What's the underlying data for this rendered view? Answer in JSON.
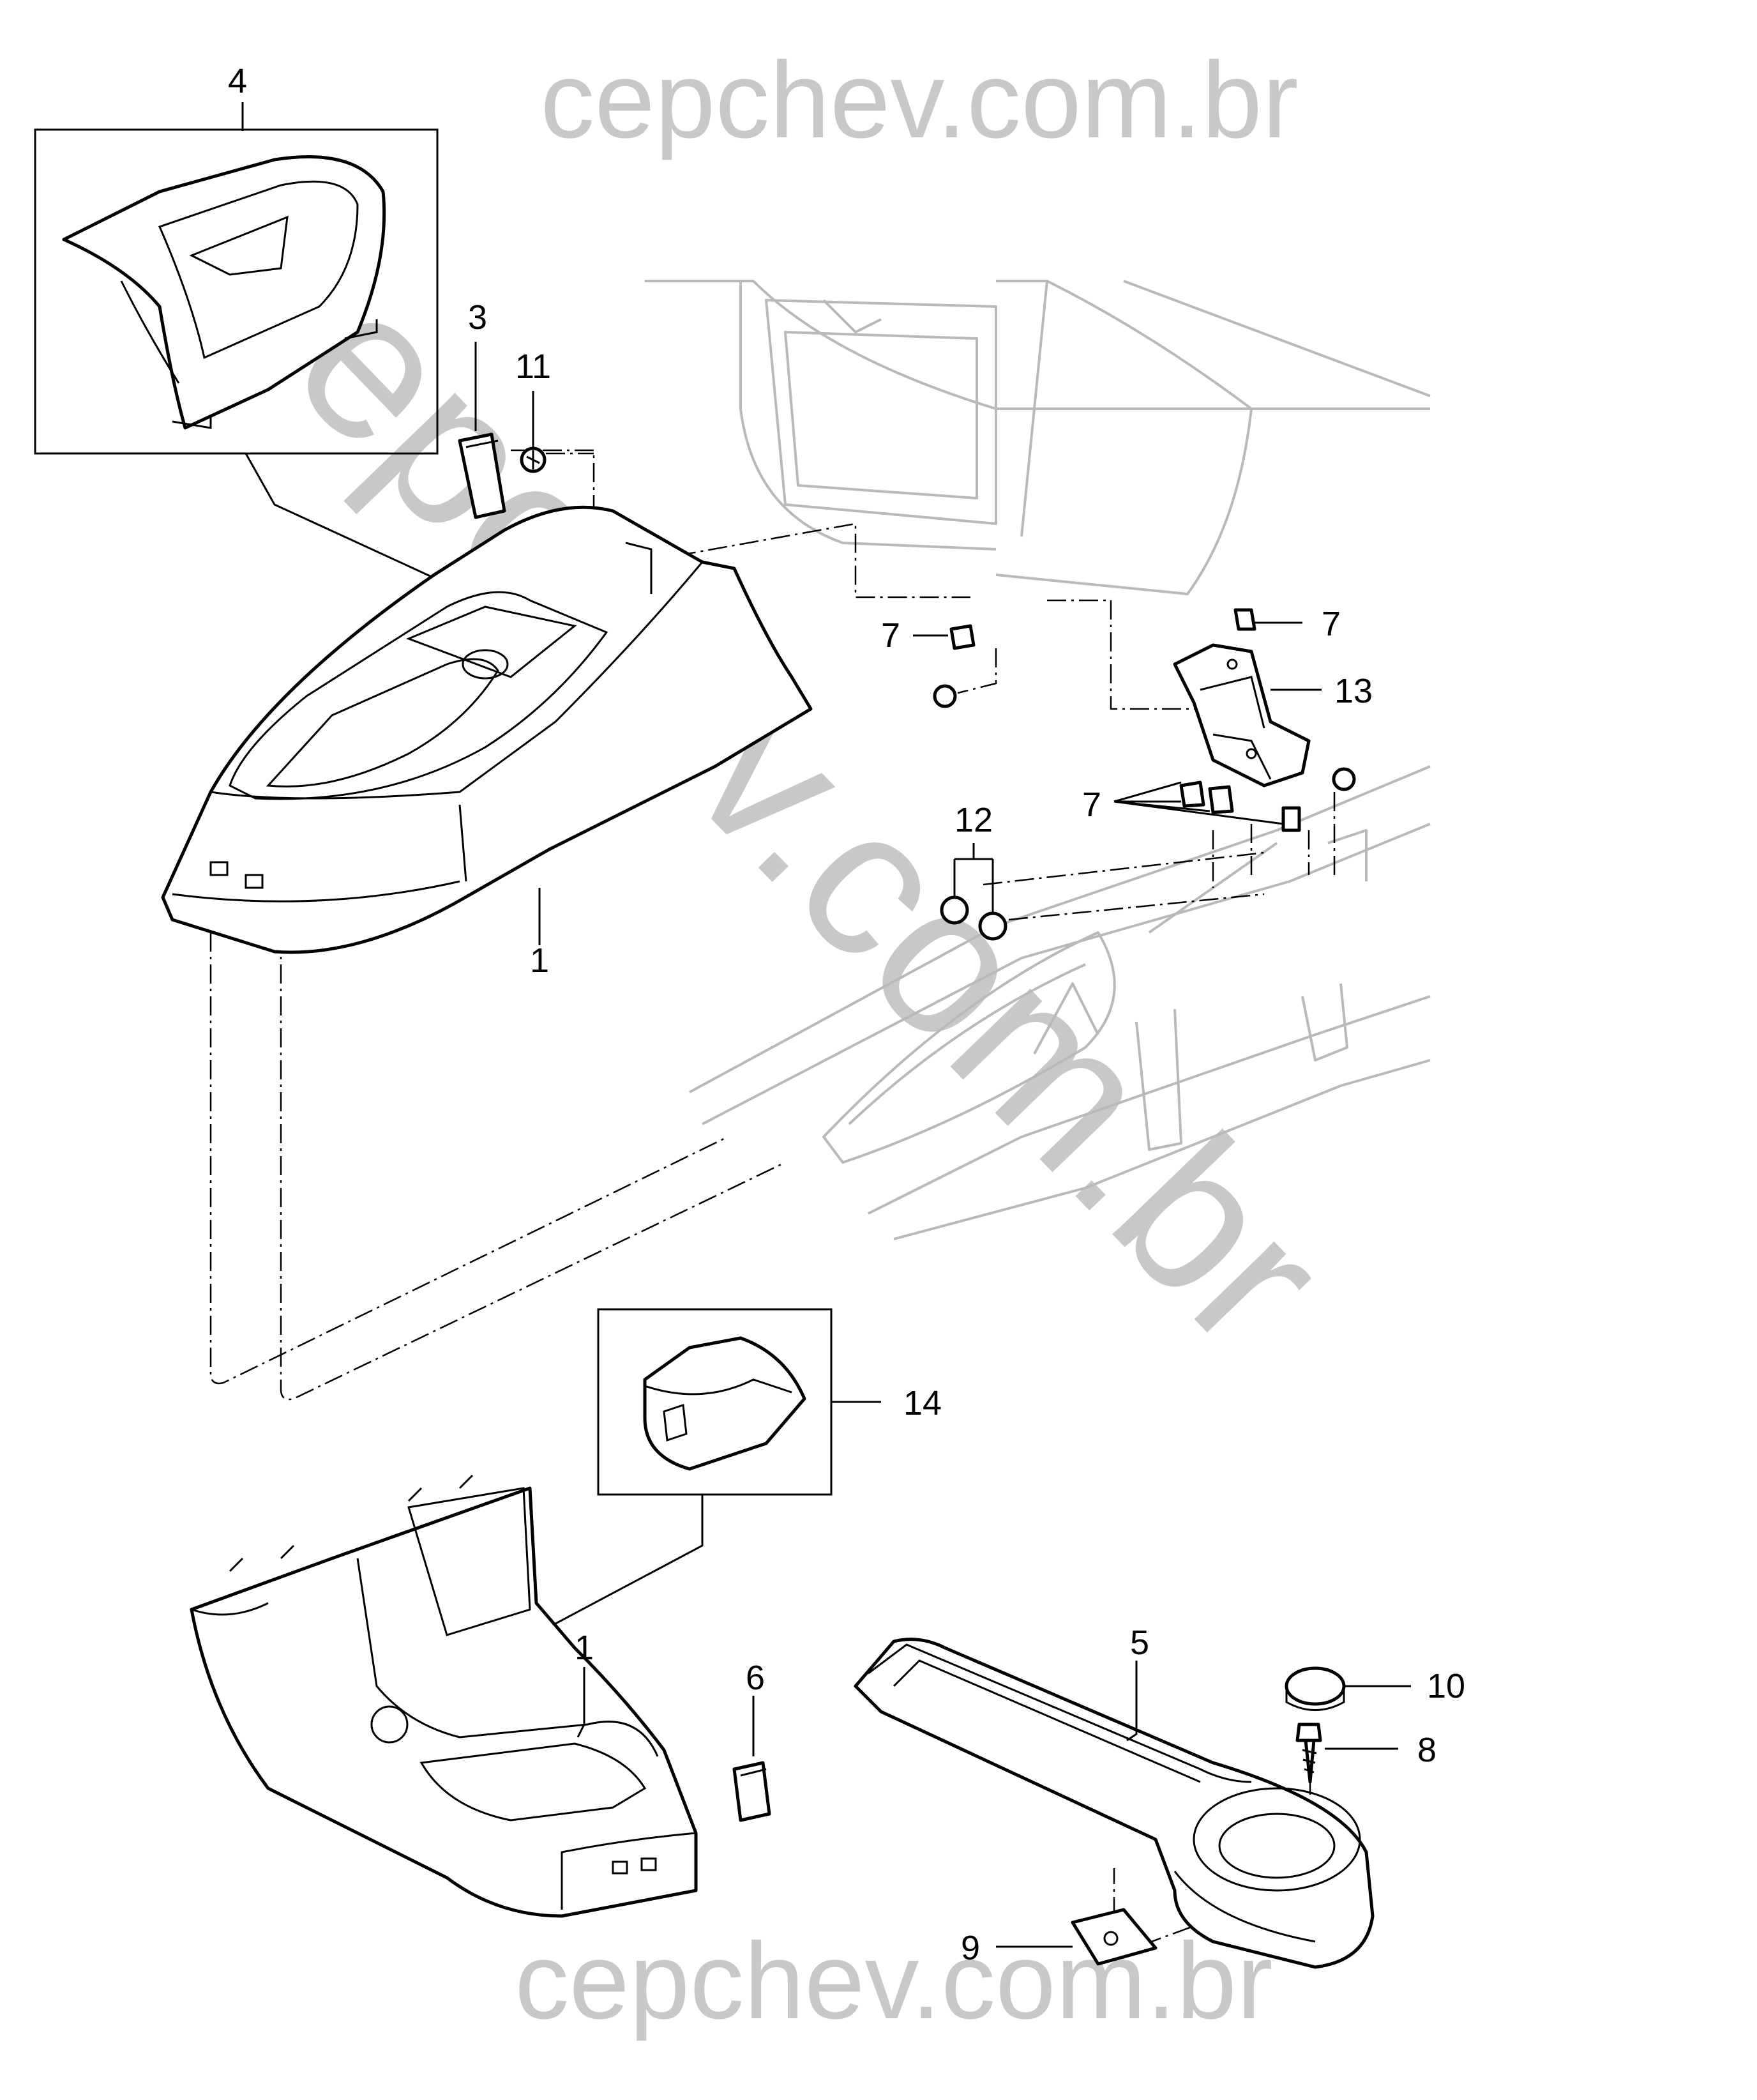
{
  "watermark": {
    "top": "cepchev.com.br",
    "bottom": "cepchev.com.br",
    "diagonal": "cepchev.com.br"
  },
  "callouts": {
    "c1_upper": "1",
    "c1_lower": "1",
    "c3": "3",
    "c4": "4",
    "c5": "5",
    "c6": "6",
    "c7_a": "7",
    "c7_b": "7",
    "c7_c": "7",
    "c8": "8",
    "c9": "9",
    "c10": "10",
    "c11": "11",
    "c12": "12",
    "c13": "13",
    "c14": "14"
  }
}
